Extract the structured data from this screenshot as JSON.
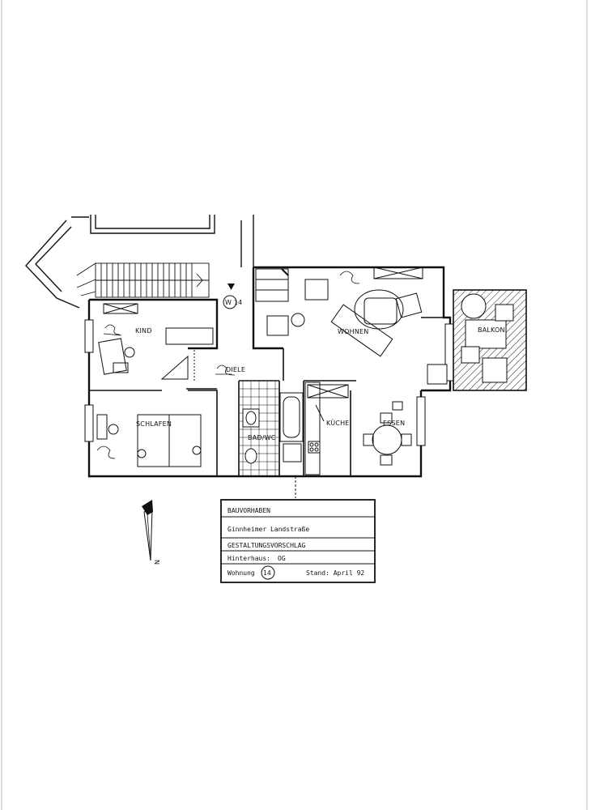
{
  "rooms": {
    "kind": "KIND",
    "schlafen": "SCHLAFEN",
    "diele": "DIELE",
    "bad_wc": "BAD/WC",
    "kueche": "KÜCHE",
    "essen": "ESSEN",
    "wohnen": "WOHNEN",
    "balkon": "BALKON"
  },
  "markers": {
    "entrance": "W 14"
  },
  "title_block": {
    "project_label": "BAUVORHABEN",
    "address": "Ginnheimer Landstraße",
    "proposal_label": "GESTALTUNGSVORSCHLAG",
    "building_label": "Hinterhaus:",
    "floor": "OG",
    "unit_label": "Wohnung",
    "unit_number": "14",
    "date": "Stand: April 92"
  },
  "north_arrow": {
    "label": "N"
  },
  "colors": {
    "ink": "#111111",
    "paper": "#ffffff"
  }
}
